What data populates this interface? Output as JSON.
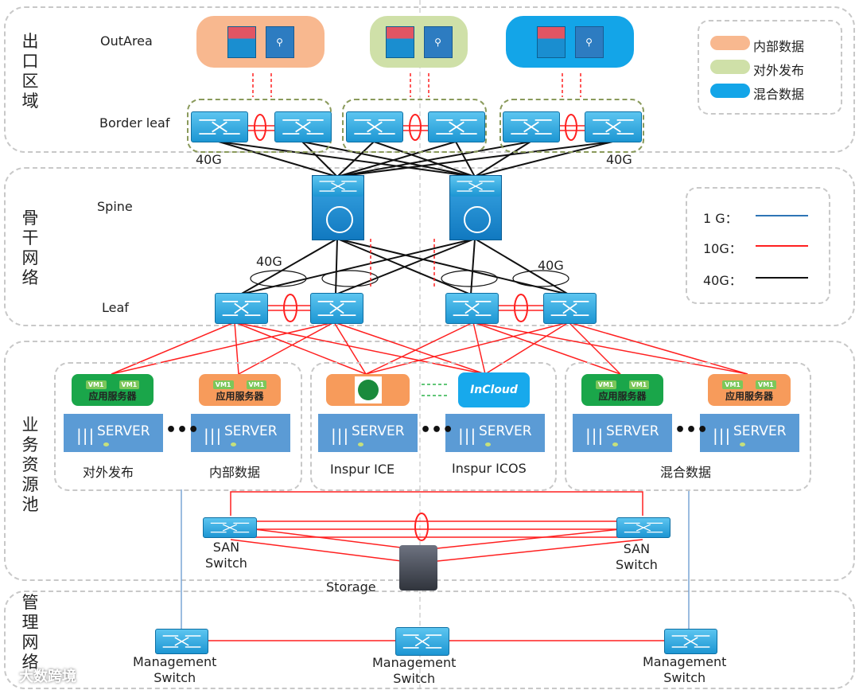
{
  "zones": [
    {
      "label": "出口区域"
    },
    {
      "label": "骨干网络"
    },
    {
      "label": "业务资源池"
    },
    {
      "label": "管理网络"
    }
  ],
  "out_area": {
    "label": "OutArea",
    "groups": [
      {
        "color": "#f8b88f"
      },
      {
        "color": "#cfe0a8"
      },
      {
        "color": "#13a5e8"
      }
    ]
  },
  "border_leaf": {
    "label": "Border leaf",
    "speed_left": "40G",
    "speed_right": "40G"
  },
  "spine": {
    "label": "Spine"
  },
  "leaf": {
    "label": "Leaf",
    "speed_left": "40G",
    "speed_right": "40G"
  },
  "legend_zones": {
    "items": [
      {
        "label": "内部数据",
        "color": "#f8b88f"
      },
      {
        "label": "对外发布",
        "color": "#cfe0a8"
      },
      {
        "label": "混合数据",
        "color": "#13a5e8"
      }
    ]
  },
  "legend_links": {
    "items": [
      {
        "label": "1 G：",
        "color": "#2e75b6"
      },
      {
        "label": "10G：",
        "color": "#ff2020"
      },
      {
        "label": "40G：",
        "color": "#111111"
      }
    ]
  },
  "pool": {
    "app_label": "应用服务器",
    "vm_label": "VM1",
    "incloud_label": "InCloud",
    "server_label": "SERVER",
    "ellipsis": "•••",
    "groups": [
      {
        "label": "对外发布"
      },
      {
        "label": "内部数据"
      },
      {
        "label": "Inspur ICE"
      },
      {
        "label": "Inspur ICOS"
      },
      {
        "label": "混合数据"
      }
    ]
  },
  "san": {
    "left": "SAN\nSwitch",
    "right": "SAN\nSwitch",
    "storage": "Storage"
  },
  "mgmt": {
    "label": "Management\nSwitch"
  },
  "watermark": "大数跨境"
}
